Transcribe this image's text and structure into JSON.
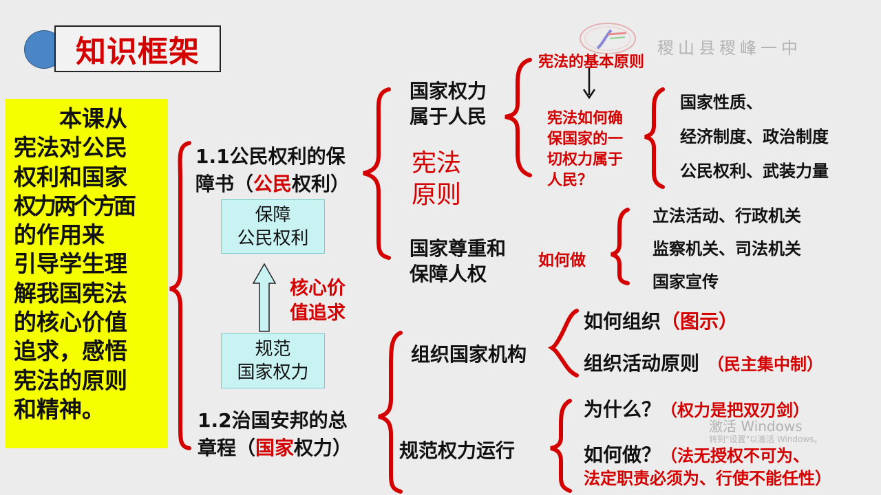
{
  "header": {
    "title": "知识框架",
    "watermark": "稷山县稷峰一中",
    "logo": "school-logo"
  },
  "intro": {
    "lines": [
      "本课从",
      "宪法对公民",
      "权利和国家",
      "权力两个方面",
      "的作用来",
      "引导学生理",
      "解我国宪法",
      "的核心价值",
      "追求，感悟",
      "宪法的原则",
      "和精神。"
    ],
    "text": "本课从宪法对公民权利和国家权力两个方面的作用来引导学生理解我国宪法的核心价值追求，感悟宪法的原则和精神。"
  },
  "section1": {
    "title_line1": "1.1公民权利的保",
    "title_line2_prefix": "障书（",
    "title_line2_red": "公民",
    "title_line2_suffix": "权利）",
    "box": {
      "line1": "保障",
      "line2": "公民权利"
    }
  },
  "core_value": {
    "line1": "核心价",
    "line2": "值追求"
  },
  "section2": {
    "title_line1": "1.2治国安邦的总",
    "title_line2_prefix": "章程（",
    "title_line2_red": "国家",
    "title_line2_suffix": "权力）",
    "box": {
      "line1": "规范",
      "line2": "国家权力"
    }
  },
  "principles": {
    "label_line1": "宪法",
    "label_line2": "原则",
    "people_power": {
      "line1": "国家权力",
      "line2": "属于人民"
    },
    "basic_principle": "宪法的基本原则",
    "how_ensure": {
      "line1": "宪法如何确",
      "line2": "保国家的一",
      "line3": "切权力属于",
      "line4": "人民？"
    },
    "ensure_items": [
      "国家性质、",
      "经济制度、政治制度",
      "公民权利、武装力量"
    ],
    "human_rights": {
      "line1": "国家尊重和",
      "line2": "保障人权"
    },
    "how_do": "如何做",
    "how_do_items": [
      "立法活动、行政机关",
      "监察机关、司法机关",
      "国家宣传"
    ]
  },
  "organize": {
    "label": "组织国家机构",
    "how_org": "如何组织",
    "how_org_note": "（图示）",
    "org_principle": "组织活动原则",
    "org_principle_note": "（民主集中制）"
  },
  "regulate": {
    "label": "规范权力运行",
    "why": "为什么？",
    "why_note": "（权力是把双刃剑）",
    "how": "如何做？",
    "how_note_line1": "（法无授权不可为、",
    "how_note_line2": "法定职责必须为、行使不能任性）"
  },
  "os_watermark": {
    "line1": "激活 Windows",
    "line2": "转到\"设置\"以激活 Windows。"
  },
  "colors": {
    "accent_red": "#d40000",
    "highlight_yellow": "#f5ff00",
    "box_cyan": "#c9f2f2",
    "bullet_blue": "#4a86c5"
  }
}
